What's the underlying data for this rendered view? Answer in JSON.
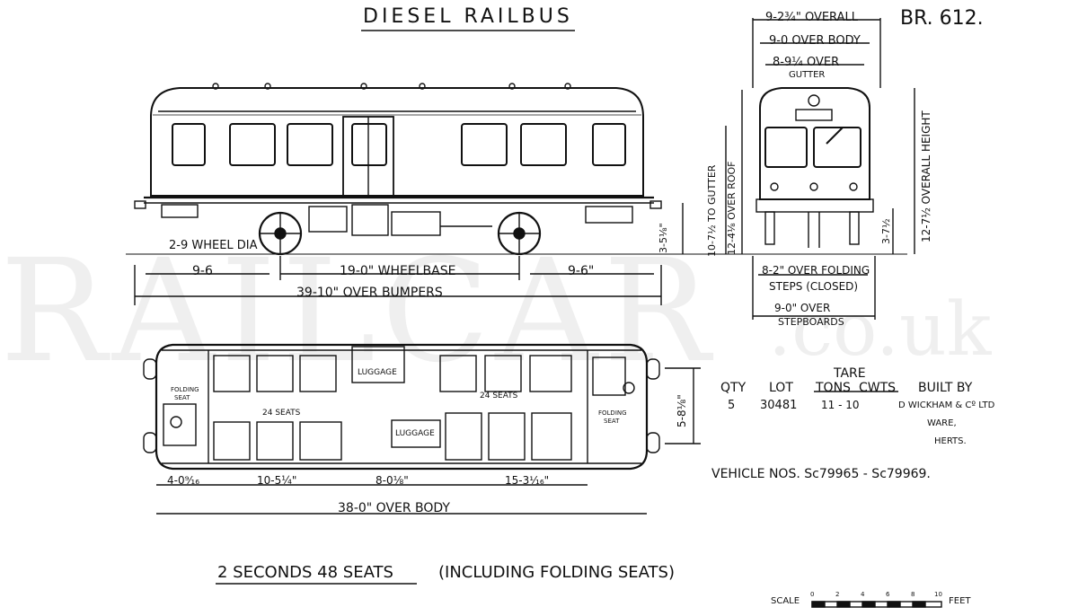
{
  "header": {
    "title": "DIESEL RAILBUS",
    "diagram_no": "BR. 612."
  },
  "watermark": {
    "main": "RAILCAR",
    "suffix": ".co.uk"
  },
  "side_view": {
    "wheel_dia": "2-9 WHEEL DIA",
    "overhang_left": "9-6",
    "wheelbase": "19-0\" WHEELBASE",
    "overhang_right": "9-6\"",
    "over_bumpers": "39-10\" OVER BUMPERS",
    "floor_height": "3-5⅛\""
  },
  "end_view": {
    "overall_width": "9-2¾\" OVERALL",
    "over_body": "9-0 OVER BODY",
    "over_gutter_1": "8-9¼ OVER",
    "over_gutter_2": "GUTTER",
    "to_gutter": "10-7½ TO GUTTER",
    "over_roof": "12-4⅛ OVER ROOF",
    "overall_height": "12-7½ OVERALL HEIGHT",
    "step_height": "3-7½",
    "folding_steps_1": "8-2\" OVER FOLDING",
    "folding_steps_2": "STEPS (CLOSED)",
    "stepboards_1": "9-0\" OVER",
    "stepboards_2": "STEPBOARDS"
  },
  "plan_view": {
    "luggage_top": "LUGGAGE",
    "luggage_center": "LUGGAGE",
    "seats_left": "24 SEATS",
    "seats_right": "24 SEATS",
    "folding_seat_left_1": "FOLDING",
    "folding_seat_left_2": "SEAT",
    "folding_seat_right_1": "FOLDING",
    "folding_seat_right_2": "SEAT",
    "dim_1": "4-0⁹⁄₁₆",
    "dim_2": "10-5¼\"",
    "dim_3": "8-0⅛\"",
    "dim_4": "15-3¹⁄₁₆\"",
    "over_body": "38-0\" OVER BODY",
    "width": "5-8⅛\""
  },
  "details": {
    "tare_label": "TARE",
    "headers": [
      "QTY",
      "LOT",
      "TONS",
      "CWTS",
      "BUILT BY"
    ],
    "qty": "5",
    "lot": "30481",
    "tons_cwts": "11 - 10",
    "builder_1": "D WICKHAM & Cº LTD",
    "builder_2": "WARE,",
    "builder_3": "HERTS."
  },
  "vehicle_nos": "VEHICLE NOS. Sc79965 - Sc79969.",
  "seating": "2 SECONDS 48 SEATS",
  "seating_note": "(INCLUDING FOLDING SEATS)",
  "scale": {
    "label": "SCALE",
    "ticks": [
      "0",
      "2",
      "4",
      "6",
      "8",
      "10"
    ],
    "unit": "FEET"
  }
}
